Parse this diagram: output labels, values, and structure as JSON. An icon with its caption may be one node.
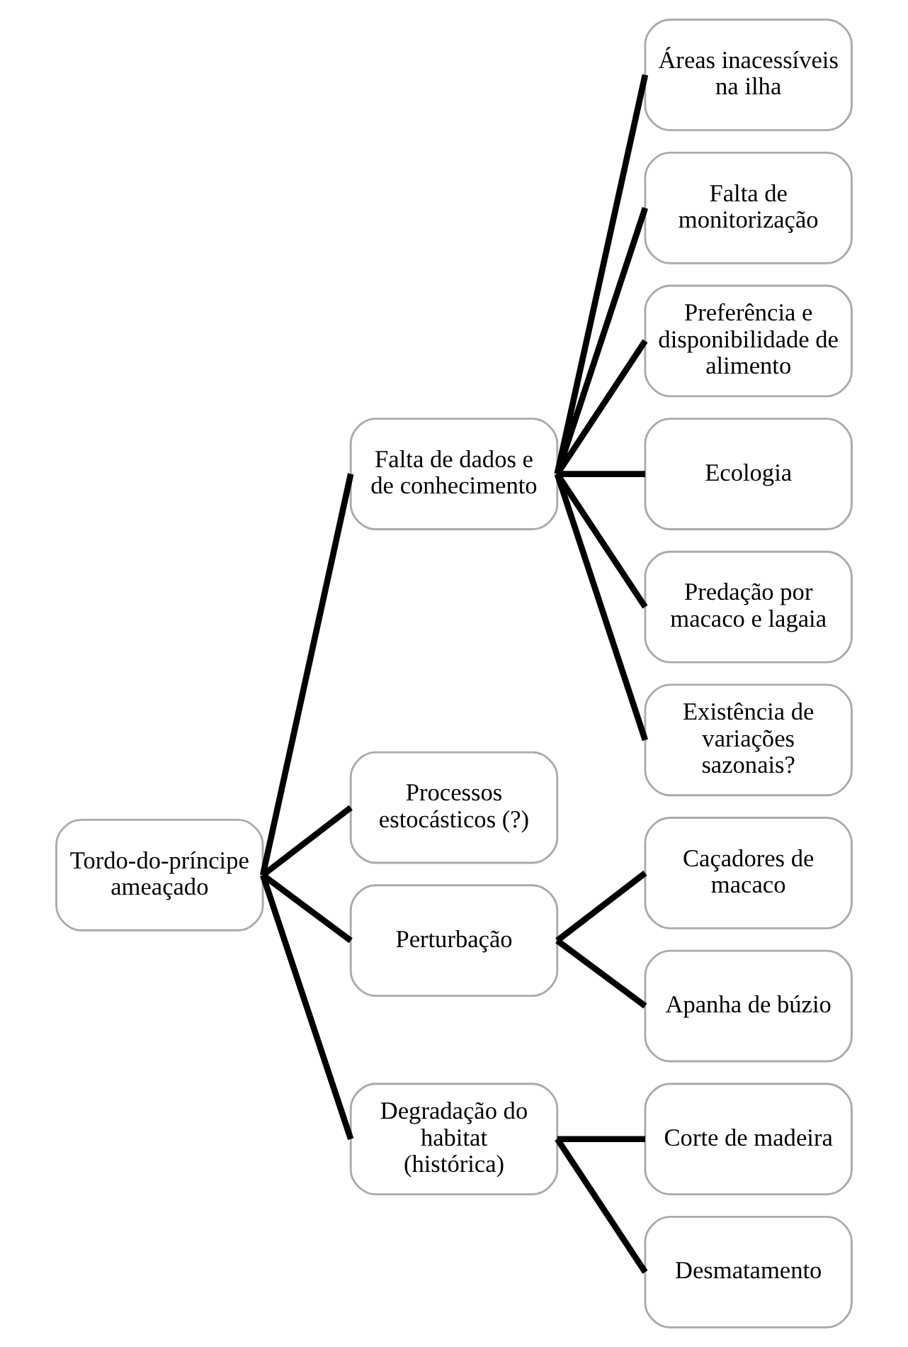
{
  "diagram": {
    "nodes": [
      {
        "text": [
          "Tordo-do-príncipe ameaçado"
        ]
      },
      {
        "text": [
          "Falta de dados e de conhecimento"
        ]
      },
      {
        "text": [
          "Processos estocásticos (?)"
        ]
      },
      {
        "text": [
          "Perturbação"
        ]
      },
      {
        "text": [
          "Degradação do habitat (histórica)"
        ]
      },
      {
        "text": [
          "Áreas inacessíveis na ilha"
        ]
      },
      {
        "text": [
          "Falta de monitorização"
        ]
      },
      {
        "text": [
          "Preferência e disponibilidade de alimento"
        ]
      },
      {
        "text": [
          "Ecologia"
        ]
      },
      {
        "text": [
          "Predação por macaco e lagaia"
        ]
      },
      {
        "text": [
          "Existência de variações sazonais?"
        ]
      },
      {
        "text": [
          "Caçadores de macaco"
        ]
      },
      {
        "text": [
          "Apanha de búzio"
        ]
      },
      {
        "text": [
          "Corte de madeira"
        ]
      },
      {
        "text": [
          "Desmatamento"
        ]
      }
    ],
    "edges": [
      {
        "from": 0,
        "to": 1,
        "arrow": "none"
      },
      {
        "from": 0,
        "to": 2,
        "arrow": "none"
      },
      {
        "from": 0,
        "to": 3,
        "arrow": "none"
      },
      {
        "from": 0,
        "to": 4,
        "arrow": "none"
      },
      {
        "from": 1,
        "to": 5,
        "arrow": "none"
      },
      {
        "from": 1,
        "to": 6,
        "arrow": "none"
      },
      {
        "from": 1,
        "to": 7,
        "arrow": "none"
      },
      {
        "from": 1,
        "to": 8,
        "arrow": "none"
      },
      {
        "from": 1,
        "to": 9,
        "arrow": "none"
      },
      {
        "from": 1,
        "to": 10,
        "arrow": "none"
      },
      {
        "from": 3,
        "to": 11,
        "arrow": "none"
      },
      {
        "from": 3,
        "to": 12,
        "arrow": "none"
      },
      {
        "from": 4,
        "to": 13,
        "arrow": "none"
      },
      {
        "from": 4,
        "to": 14,
        "arrow": "none"
      }
    ]
  }
}
